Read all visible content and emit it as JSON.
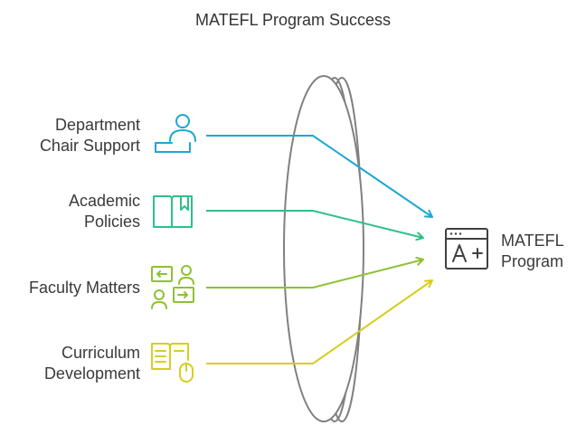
{
  "title": "MATEFL Program Success",
  "inputs": [
    {
      "line1": "Department",
      "line2": "Chair Support",
      "icon": "reception-desk-icon",
      "color": "#1ea7d3"
    },
    {
      "line1": "Academic",
      "line2": "Policies",
      "icon": "book-bookmark-icon",
      "color": "#2ec08a"
    },
    {
      "line1": "Faculty Matters",
      "line2": "",
      "icon": "people-exchange-icon",
      "color": "#8fc132"
    },
    {
      "line1": "Curriculum",
      "line2": "Development",
      "icon": "book-mouse-icon",
      "color": "#d6ce1e"
    }
  ],
  "target": {
    "line1": "MATEFL",
    "line2": "Program",
    "icon": "browser-grade-icon"
  },
  "lens_color": "#808080"
}
